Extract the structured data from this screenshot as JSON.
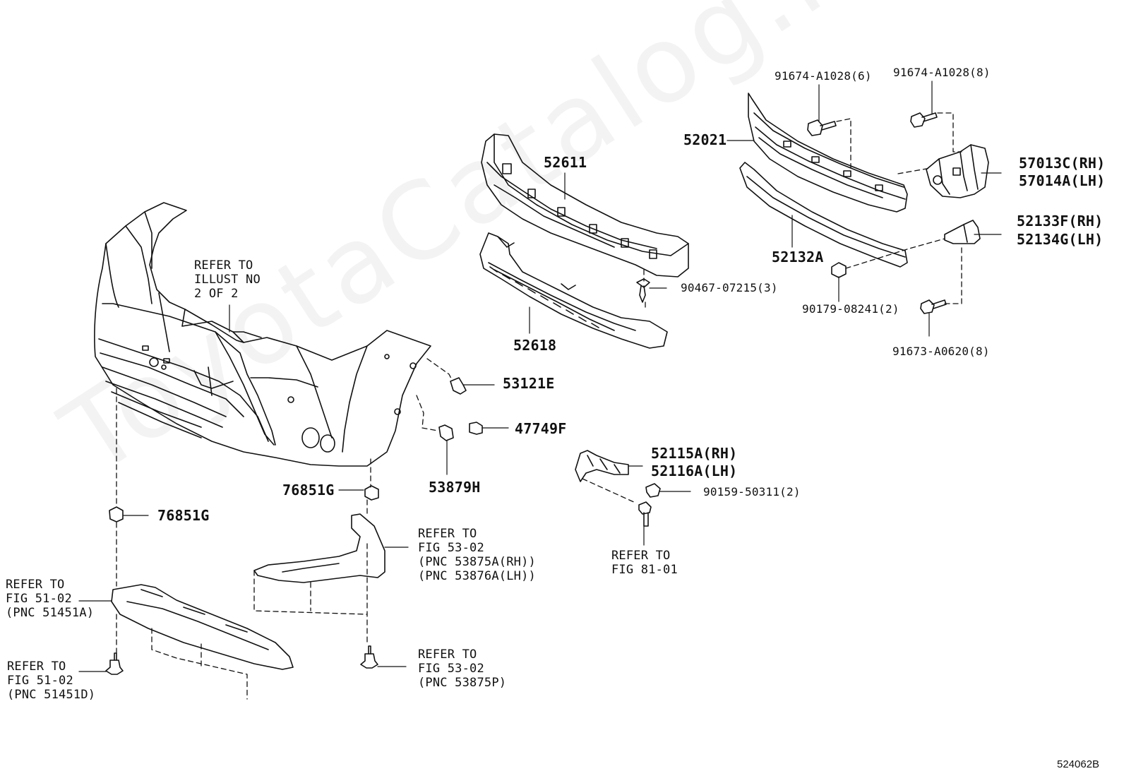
{
  "diagram_id": "524062B",
  "watermark": "ToyotaCatalog.ru",
  "labels": {
    "p91674_a1028_6": "91674-A1028(6)",
    "p91674_a1028_8": "91674-A1028(8)",
    "p52021": "52021",
    "p57013c": "57013C(RH)",
    "p57014a": "57014A(LH)",
    "p52611": "52611",
    "p52133f": "52133F(RH)",
    "p52134g": "52134G(LH)",
    "p52132a": "52132A",
    "p90467": "90467-07215(3)",
    "p90179": "90179-08241(2)",
    "p91673": "91673-A0620(8)",
    "p52618": "52618",
    "p53121e": "53121E",
    "p47749f": "47749F",
    "p52115a": "52115A(RH)",
    "p52116a": "52116A(LH)",
    "p90159": "90159-50311(2)",
    "p53879h": "53879H",
    "p76851g_a": "76851G",
    "p76851g_b": "76851G",
    "refer_illust": "REFER TO\nILLUST NO\n2 OF 2",
    "refer_fig81": "REFER TO\nFIG 81-01",
    "refer_fig53_cover": "REFER TO\nFIG 53-02\n(PNC 53875A(RH))\n(PNC 53876A(LH))",
    "refer_fig53_screw": "REFER TO\nFIG 53-02\n(PNC 53875P)",
    "refer_fig51_cover": "REFER TO\nFIG 51-02\n(PNC 51451A)",
    "refer_fig51_screw": "REFER TO\nFIG 51-02\n(PNC 51451D)"
  }
}
